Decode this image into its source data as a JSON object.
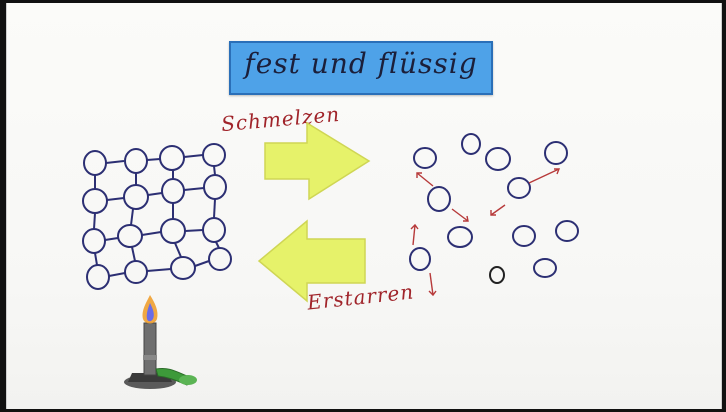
{
  "title": "fest und flüssig",
  "labels": {
    "melting": "Schmelzen",
    "solidifying": "Erstarren"
  },
  "colors": {
    "title_card": "#4ea2e8",
    "arrow": "#e6f26a",
    "particle_solid": "#2c2f73",
    "particle_liquid": "#2c2f73",
    "motion_arrow": "#b73a3a",
    "handwriting": "#a0242a"
  },
  "icons": {
    "burner": "bunsen-burner-icon",
    "flame": "flame-icon"
  }
}
